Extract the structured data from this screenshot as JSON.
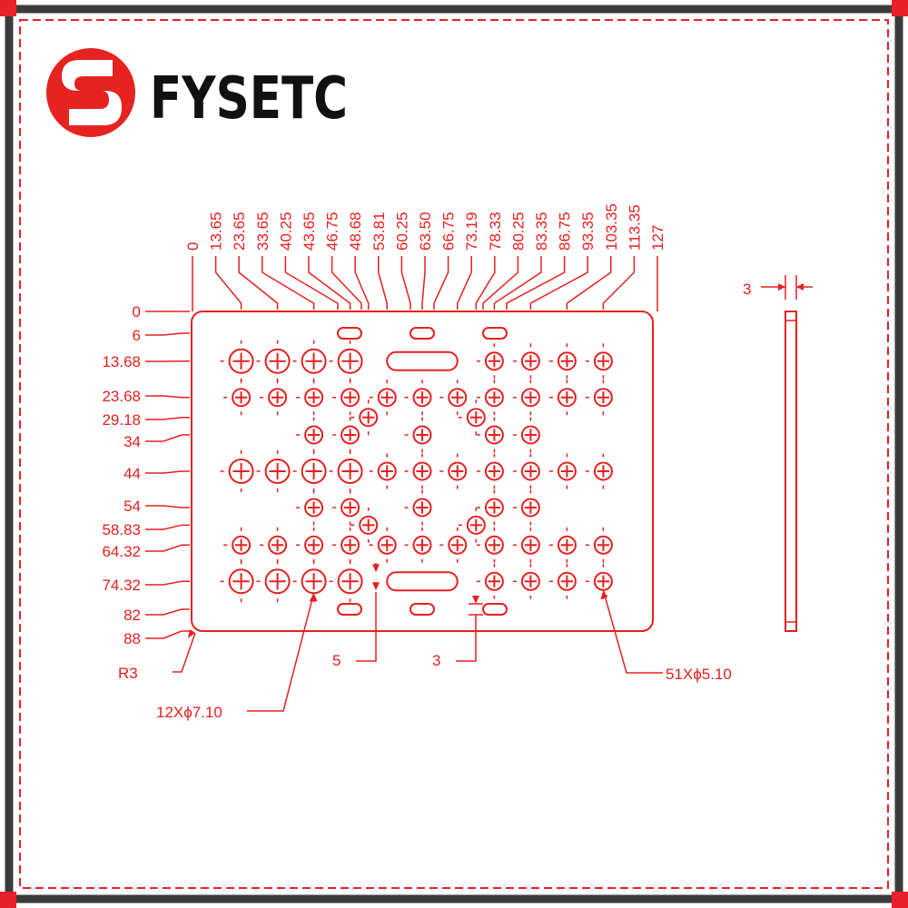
{
  "brand": {
    "name": "FYSETC",
    "logo_icon": "fysetc-s-logo-icon",
    "colors": {
      "accent": "#e8202a",
      "frame": "#3b3b3b",
      "drawing": "#e5201f",
      "background": "#ffffff"
    }
  },
  "drawing": {
    "x_dims": [
      "0",
      "13.65",
      "23.65",
      "33.65",
      "40.25",
      "43.65",
      "46.75",
      "48.68",
      "53.81",
      "60.25",
      "63.50",
      "66.75",
      "73.19",
      "78.33",
      "80.25",
      "83.35",
      "86.75",
      "93.35",
      "103.35",
      "113.35",
      "127"
    ],
    "y_dims": [
      "0",
      "6",
      "13.68",
      "23.68",
      "29.18",
      "34",
      "44",
      "54",
      "58.83",
      "64.32",
      "74.32",
      "82",
      "88"
    ],
    "callouts": {
      "corner_radius": "R3",
      "large_holes": "12Xϕ7.10",
      "small_holes": "51Xϕ5.10",
      "slot_width": "5",
      "slot_gap": "3",
      "thickness": "3"
    },
    "plate": {
      "width": 127,
      "height": 88,
      "corner_radius": 3,
      "thickness": 3
    },
    "large_holes": [
      [
        13.65,
        13.68
      ],
      [
        23.65,
        13.68
      ],
      [
        33.65,
        13.68
      ],
      [
        43.65,
        13.68
      ],
      [
        13.65,
        44
      ],
      [
        23.65,
        44
      ],
      [
        33.65,
        44
      ],
      [
        43.65,
        44
      ],
      [
        13.65,
        74.32
      ],
      [
        23.65,
        74.32
      ],
      [
        33.65,
        74.32
      ],
      [
        43.65,
        74.32
      ]
    ],
    "small_holes": [
      [
        83.35,
        13.68
      ],
      [
        93.35,
        13.68
      ],
      [
        103.35,
        13.68
      ],
      [
        113.35,
        13.68
      ],
      [
        13.65,
        23.68
      ],
      [
        23.65,
        23.68
      ],
      [
        33.65,
        23.68
      ],
      [
        43.65,
        23.68
      ],
      [
        53.81,
        23.68
      ],
      [
        63.5,
        23.68
      ],
      [
        73.19,
        23.68
      ],
      [
        83.35,
        23.68
      ],
      [
        93.35,
        23.68
      ],
      [
        103.35,
        23.68
      ],
      [
        113.35,
        23.68
      ],
      [
        48.68,
        29.18
      ],
      [
        78.33,
        29.18
      ],
      [
        33.65,
        34
      ],
      [
        43.65,
        34
      ],
      [
        63.5,
        34
      ],
      [
        83.35,
        34
      ],
      [
        93.35,
        34
      ],
      [
        53.81,
        44
      ],
      [
        63.5,
        44
      ],
      [
        73.19,
        44
      ],
      [
        83.35,
        44
      ],
      [
        93.35,
        44
      ],
      [
        103.35,
        44
      ],
      [
        113.35,
        44
      ],
      [
        33.65,
        54
      ],
      [
        43.65,
        54
      ],
      [
        63.5,
        54
      ],
      [
        83.35,
        54
      ],
      [
        93.35,
        54
      ],
      [
        48.68,
        58.83
      ],
      [
        78.33,
        58.83
      ],
      [
        13.65,
        64.32
      ],
      [
        23.65,
        64.32
      ],
      [
        33.65,
        64.32
      ],
      [
        43.65,
        64.32
      ],
      [
        53.81,
        64.32
      ],
      [
        63.5,
        64.32
      ],
      [
        73.19,
        64.32
      ],
      [
        83.35,
        64.32
      ],
      [
        93.35,
        64.32
      ],
      [
        103.35,
        64.32
      ],
      [
        113.35,
        64.32
      ],
      [
        83.35,
        74.32
      ],
      [
        93.35,
        74.32
      ],
      [
        103.35,
        74.32
      ],
      [
        113.35,
        74.32
      ]
    ],
    "slots": [
      [
        40.25,
        46.75,
        6
      ],
      [
        60.25,
        66.75,
        6
      ],
      [
        80.25,
        86.75,
        6
      ],
      [
        53.81,
        73.19,
        13.68
      ],
      [
        53.81,
        73.19,
        74.32
      ],
      [
        40.25,
        46.75,
        82
      ],
      [
        60.25,
        66.75,
        82
      ],
      [
        80.25,
        86.75,
        82
      ]
    ]
  }
}
